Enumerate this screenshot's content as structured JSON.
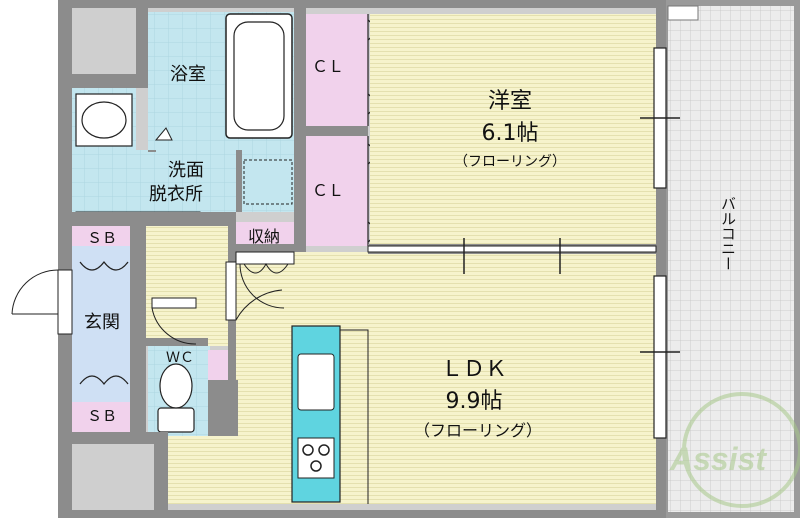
{
  "rooms": {
    "bath": "浴室",
    "washroom_line1": "洗面",
    "washroom_line2": "脱衣所",
    "closet_upper": "ＣＬ",
    "closet_lower": "ＣＬ",
    "western_room": "洋室",
    "western_size": "6.1帖",
    "western_floor": "（フローリング）",
    "storage": "収納",
    "shoe_box_upper": "ＳＢ",
    "shoe_box_lower": "ＳＢ",
    "entrance": "玄関",
    "toilet": "ＷＣ",
    "ldk": "ＬＤＫ",
    "ldk_size": "9.9帖",
    "ldk_floor": "（フローリング）",
    "balcony": "バルコニー"
  },
  "watermark": "Assist",
  "colors": {
    "wall": "#8c8c8c",
    "outer": "#cfcfcf",
    "wood_floor": "#f4f2c8",
    "wet_area": "#bfe4ee",
    "closet": "#f1d2ec",
    "entrance": "#cfe0f4",
    "balcony": "#e8e8e8",
    "kitchen": "#5fd4e0"
  }
}
